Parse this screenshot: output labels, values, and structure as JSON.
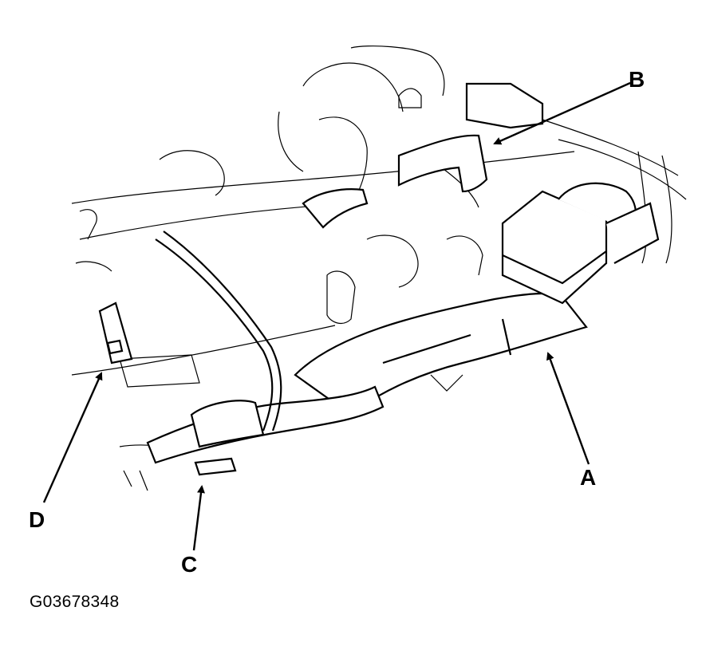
{
  "diagram": {
    "callouts": {
      "a": "A",
      "b": "B",
      "c": "C",
      "d": "D"
    },
    "figure_id": "G03678348"
  }
}
